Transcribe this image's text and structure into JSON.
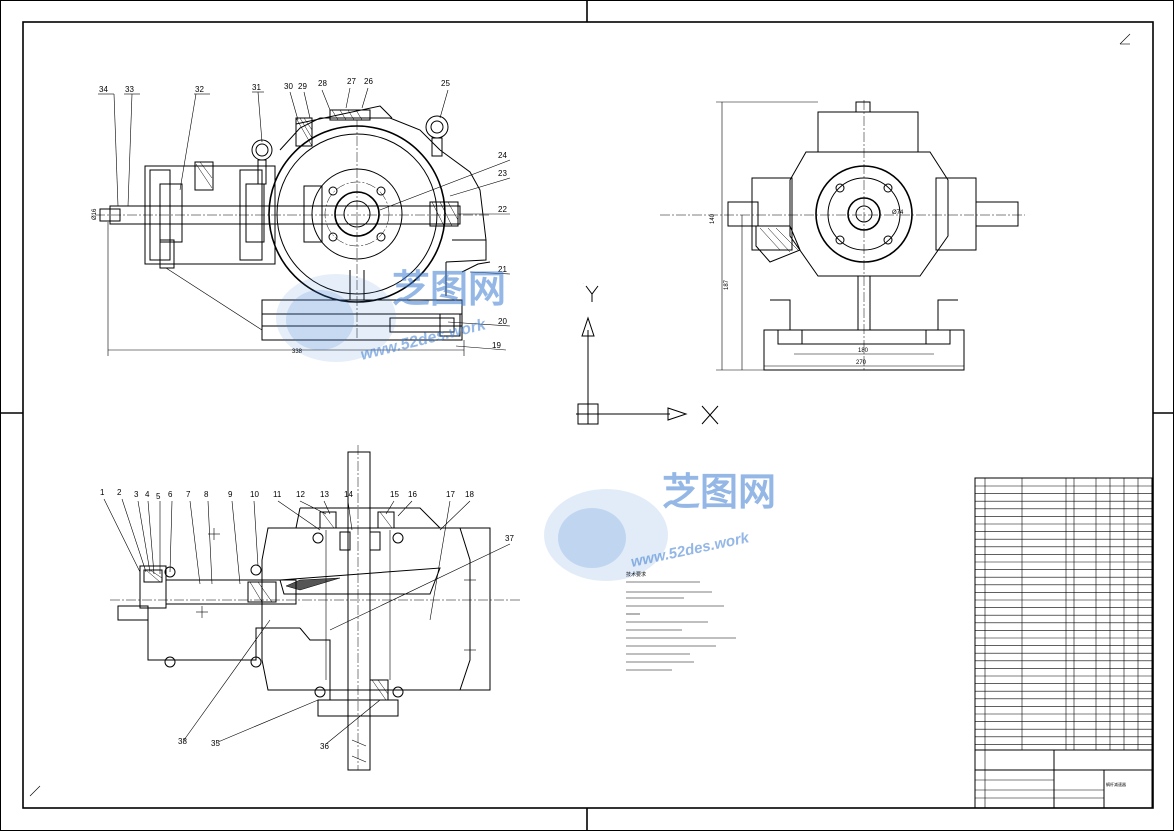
{
  "part_labels_top": [
    "34",
    "33",
    "32",
    "31",
    "30",
    "29",
    "28",
    "27",
    "26",
    "25",
    "24",
    "23",
    "22",
    "21",
    "20",
    "19"
  ],
  "part_labels_bottom": [
    "1",
    "2",
    "3",
    "4",
    "5",
    "6",
    "7",
    "8",
    "9",
    "10",
    "11",
    "12",
    "13",
    "14",
    "15",
    "16",
    "17",
    "18",
    "37",
    "38",
    "35",
    "36"
  ],
  "dimensions": {
    "overall_length": "338",
    "side_height": "187",
    "side_height_small": "140",
    "side_base_inner": "180",
    "side_base_outer": "270",
    "shaft_dia": "Ø74",
    "shaft_left": "Ø16"
  },
  "axis_labels": {
    "y": "Y",
    "x": "X"
  },
  "watermark": {
    "brand": "芝图网",
    "url_small": "www.52des.work",
    "url_large": "52des.work"
  },
  "notes_title": "技术要求",
  "title_block": {
    "name": "蜗杆减速器"
  },
  "colors": {
    "line": "#000000",
    "watermark": "#3e7ed2"
  }
}
